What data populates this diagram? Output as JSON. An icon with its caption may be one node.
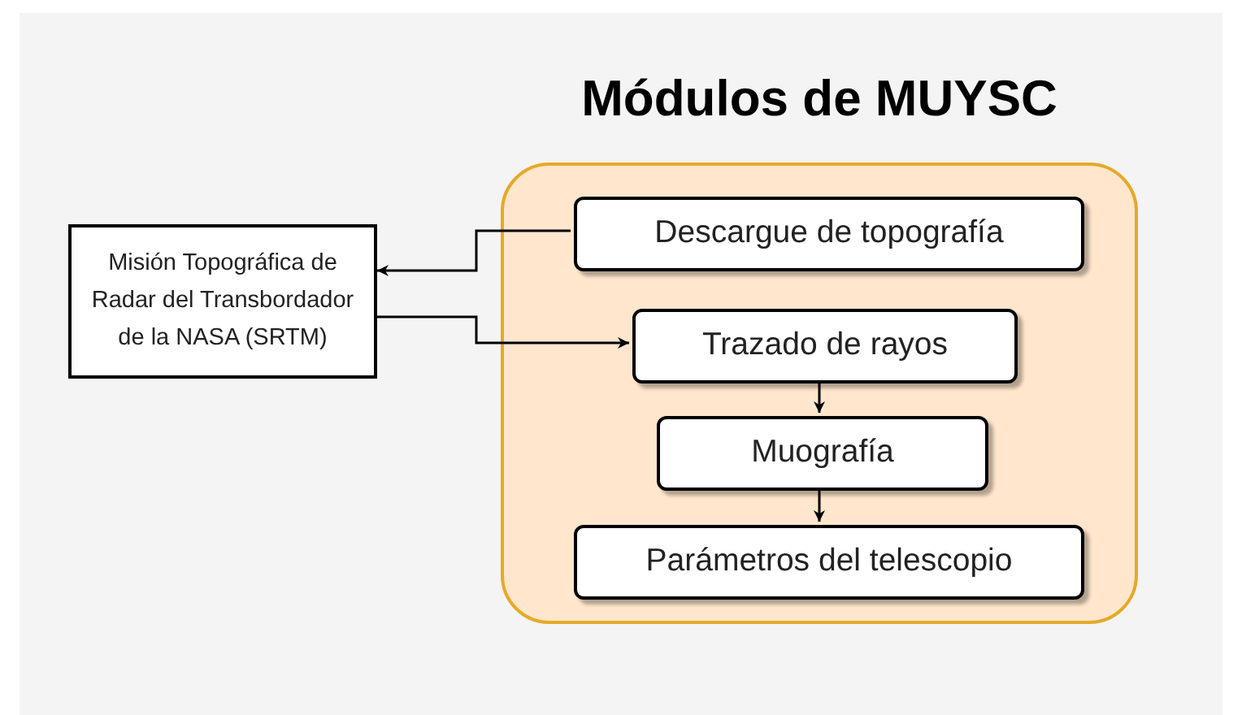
{
  "diagram": {
    "title": "Módulos de MUYSC",
    "nodes": [
      {
        "text": [],
        "shape": "box"
      },
      {
        "text": [
          "Descargue de topografía"
        ],
        "in": 0
      },
      {
        "text": [
          "Misión Topográfica de Radar del Transbordador de la NASA (SRTM)"
        ]
      },
      {
        "text": [
          "Trazado de rayos"
        ],
        "in": 0
      },
      {
        "text": [
          "Muografía"
        ],
        "in": 0
      },
      {
        "text": [
          "Parámetros del telescopio"
        ],
        "in": 0
      }
    ],
    "edges": [
      {
        "from": 1,
        "to": 2,
        "arrow": "to"
      },
      {
        "from": 2,
        "to": 3,
        "arrow": "to"
      },
      {
        "from": 3,
        "to": 4,
        "arrow": "to"
      },
      {
        "from": 4,
        "to": 5,
        "arrow": "to"
      }
    ]
  }
}
